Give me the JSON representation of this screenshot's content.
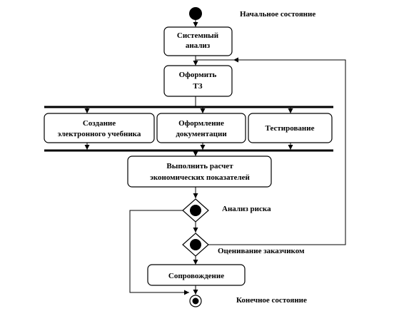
{
  "labels": {
    "start": "Начальное состояние",
    "end": "Конечное состояние",
    "risk": "Анализ риска",
    "customer": "Оценивание заказчиком"
  },
  "activities": {
    "system_analysis": [
      "Системный",
      "анализ"
    ],
    "tz": [
      "Оформить",
      "ТЗ"
    ],
    "textbook": [
      "Создание",
      "электронного учебника"
    ],
    "documentation": [
      "Оформление",
      "документации"
    ],
    "testing": [
      "Тестирование"
    ],
    "economics": [
      "Выполнить расчет",
      "экономических показателей"
    ],
    "support": [
      "Сопровождение"
    ]
  }
}
